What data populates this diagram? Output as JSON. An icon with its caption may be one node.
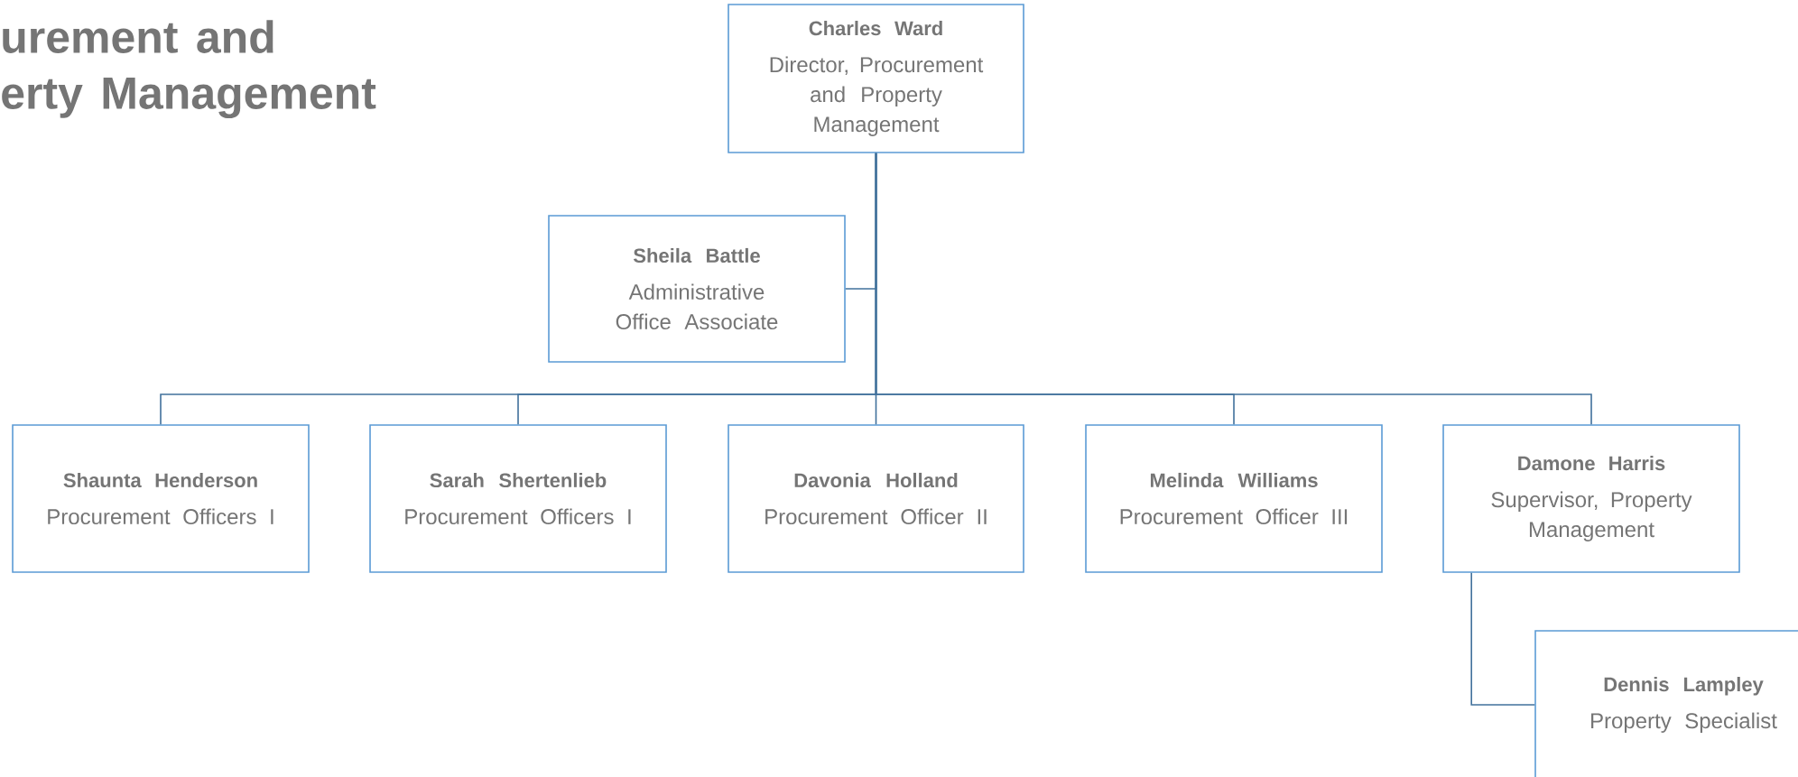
{
  "diagram": {
    "title": "urement and erty Management",
    "nodes": [
      {
        "text": [
          "Charles Ward",
          "Director, Procurement and Property Management"
        ]
      },
      {
        "text": [
          "Sheila Battle",
          "Administrative Office Associate"
        ]
      },
      {
        "text": [
          "Shaunta Henderson",
          "Procurement Officers I"
        ]
      },
      {
        "text": [
          "Sarah Shertenlieb",
          "Procurement Officers I"
        ]
      },
      {
        "text": [
          "Davonia Holland",
          "Procurement Officer II"
        ]
      },
      {
        "text": [
          "Melinda Williams",
          "Procurement Officer III"
        ]
      },
      {
        "text": [
          "Damone Harris",
          "Supervisor, Property Management"
        ]
      },
      {
        "text": [
          "Dennis Lampley",
          "Property Specialist"
        ]
      }
    ],
    "edges": [
      {
        "from": 0,
        "to": 1,
        "arrow": "none"
      },
      {
        "from": 0,
        "to": 2,
        "arrow": "none"
      },
      {
        "from": 0,
        "to": 3,
        "arrow": "none"
      },
      {
        "from": 0,
        "to": 4,
        "arrow": "none"
      },
      {
        "from": 0,
        "to": 5,
        "arrow": "none"
      },
      {
        "from": 0,
        "to": 6,
        "arrow": "none"
      },
      {
        "from": 6,
        "to": 7,
        "arrow": "none"
      }
    ]
  }
}
